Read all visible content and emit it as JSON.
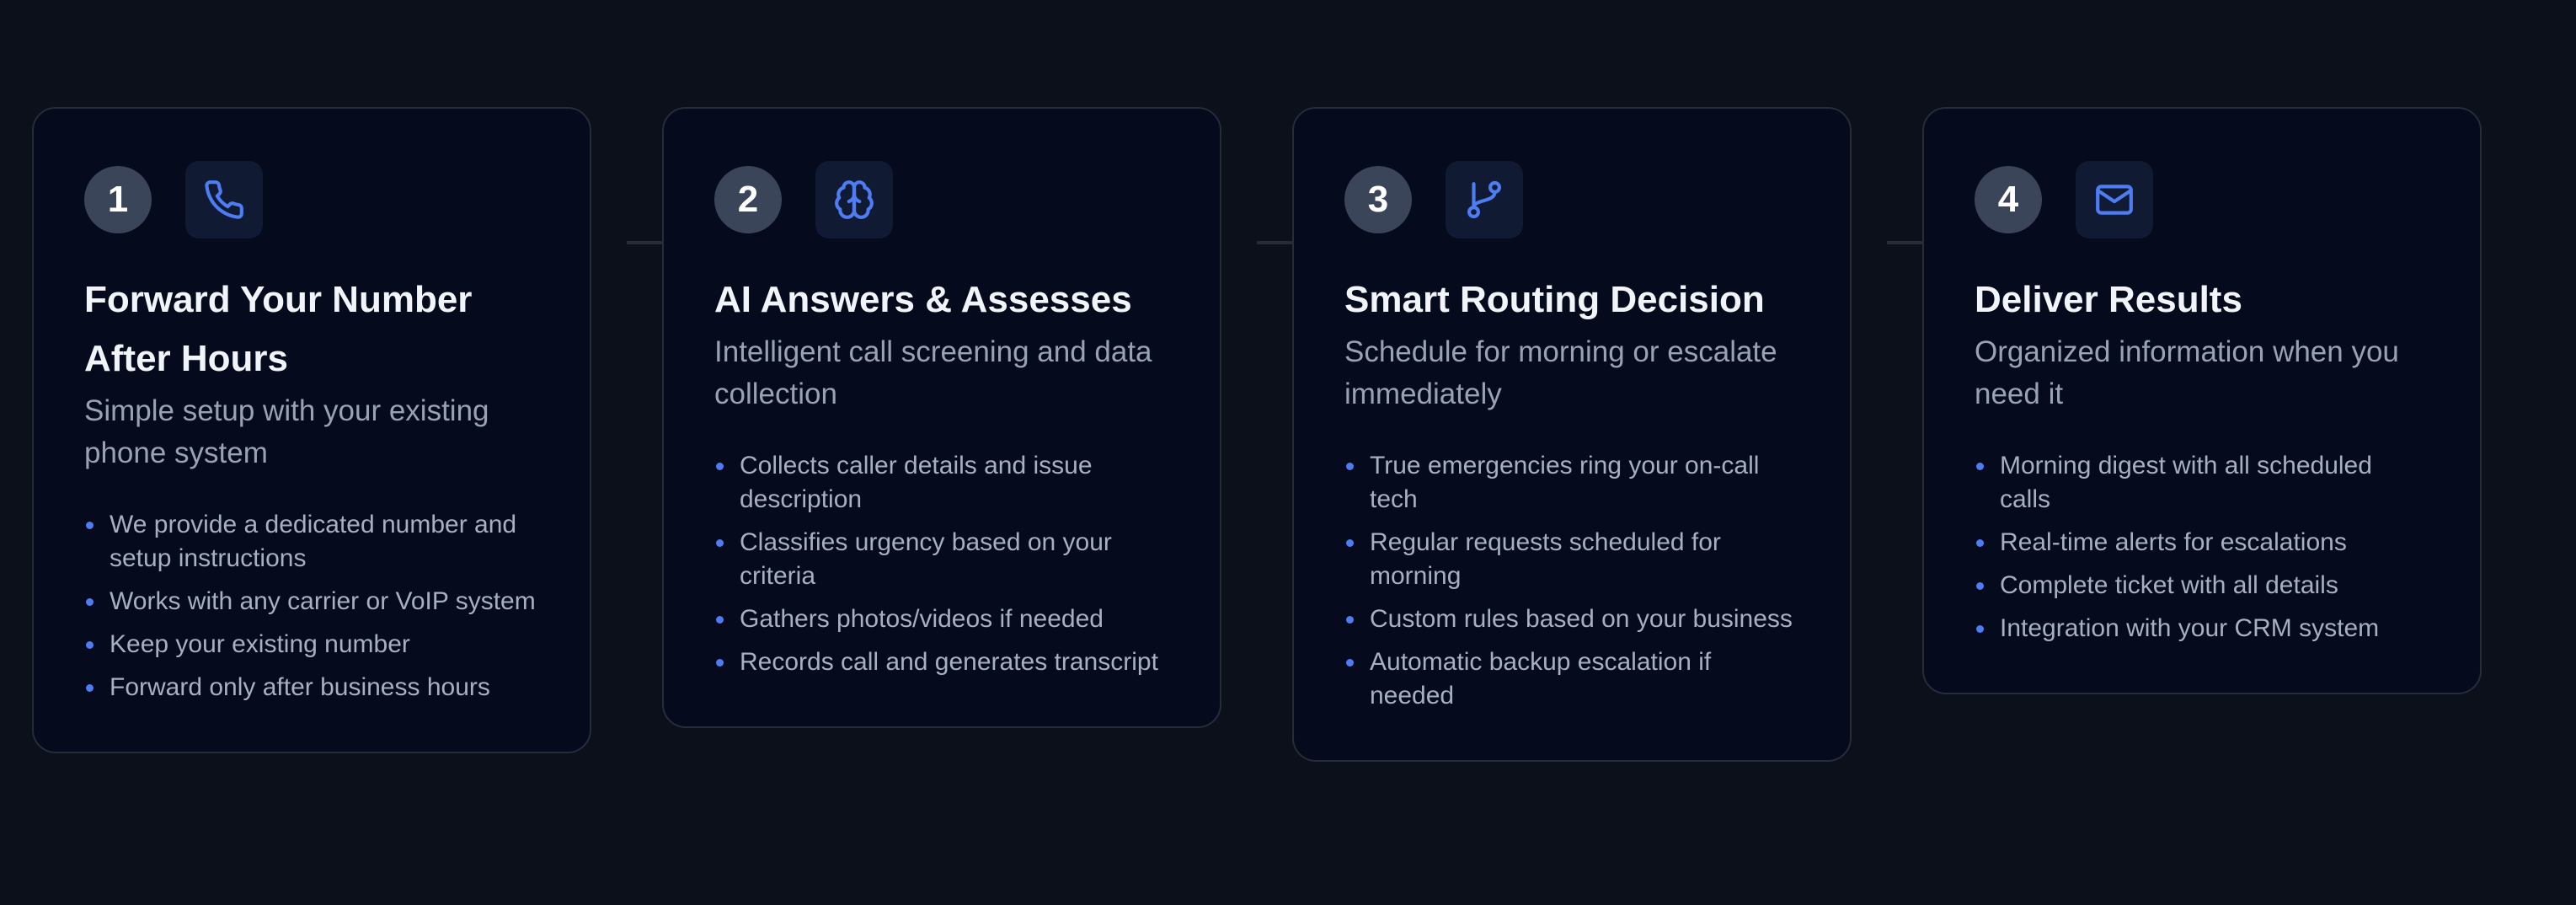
{
  "accent_color": "#4e7cf3",
  "steps": [
    {
      "number": "1",
      "icon": "phone-icon",
      "title": "Forward Your Number After Hours",
      "subtitle": "Simple setup with your existing phone system",
      "bullets": [
        "We provide a dedicated number and setup instructions",
        "Works with any carrier or VoIP system",
        "Keep your existing number",
        "Forward only after business hours"
      ]
    },
    {
      "number": "2",
      "icon": "brain-icon",
      "title": "AI Answers & Assesses",
      "subtitle": "Intelligent call screening and data collection",
      "bullets": [
        "Collects caller details and issue description",
        "Classifies urgency based on your criteria",
        "Gathers photos/videos if needed",
        "Records call and generates transcript"
      ]
    },
    {
      "number": "3",
      "icon": "git-branch-icon",
      "title": "Smart Routing Decision",
      "subtitle": "Schedule for morning or escalate immediately",
      "bullets": [
        "True emergencies ring your on-call tech",
        "Regular requests scheduled for morning",
        "Custom rules based on your business",
        "Automatic backup escalation if needed"
      ]
    },
    {
      "number": "4",
      "icon": "mail-icon",
      "title": "Deliver Results",
      "subtitle": "Organized information when you need it",
      "bullets": [
        "Morning digest with all scheduled calls",
        "Real-time alerts for escalations",
        "Complete ticket with all details",
        "Integration with your CRM system"
      ]
    }
  ]
}
